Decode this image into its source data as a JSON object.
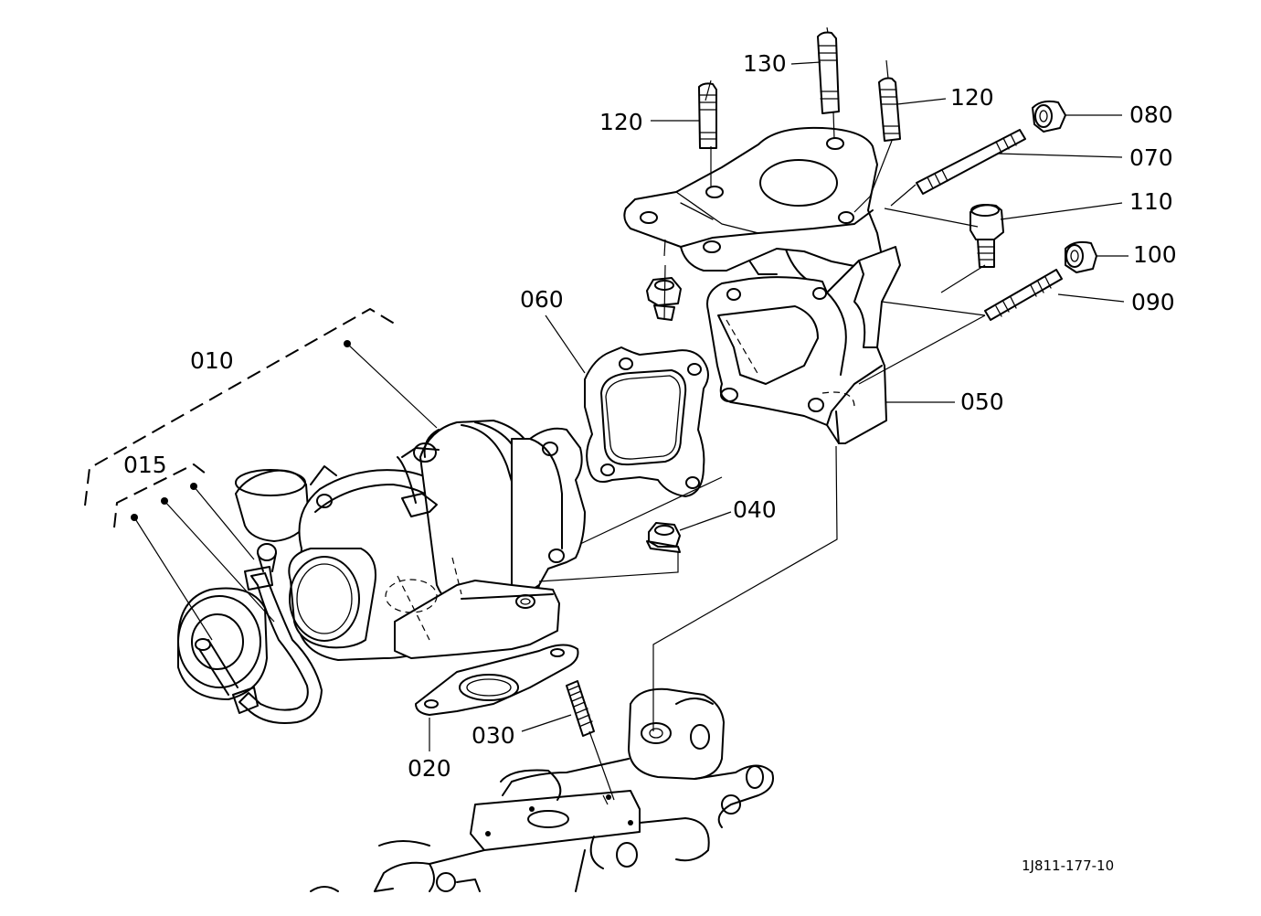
{
  "diagram": {
    "drawing_code": "1J811-177-10",
    "callouts": [
      {
        "id": "callout-010",
        "text": "010"
      },
      {
        "id": "callout-015",
        "text": "015"
      },
      {
        "id": "callout-020",
        "text": "020"
      },
      {
        "id": "callout-030",
        "text": "030"
      },
      {
        "id": "callout-040",
        "text": "040"
      },
      {
        "id": "callout-050",
        "text": "050"
      },
      {
        "id": "callout-060",
        "text": "060"
      },
      {
        "id": "callout-070",
        "text": "070"
      },
      {
        "id": "callout-080",
        "text": "080"
      },
      {
        "id": "callout-090",
        "text": "090"
      },
      {
        "id": "callout-100",
        "text": "100"
      },
      {
        "id": "callout-110",
        "text": "110"
      },
      {
        "id": "callout-120-left",
        "text": "120"
      },
      {
        "id": "callout-120-right",
        "text": "120"
      },
      {
        "id": "callout-130",
        "text": "130"
      }
    ]
  }
}
